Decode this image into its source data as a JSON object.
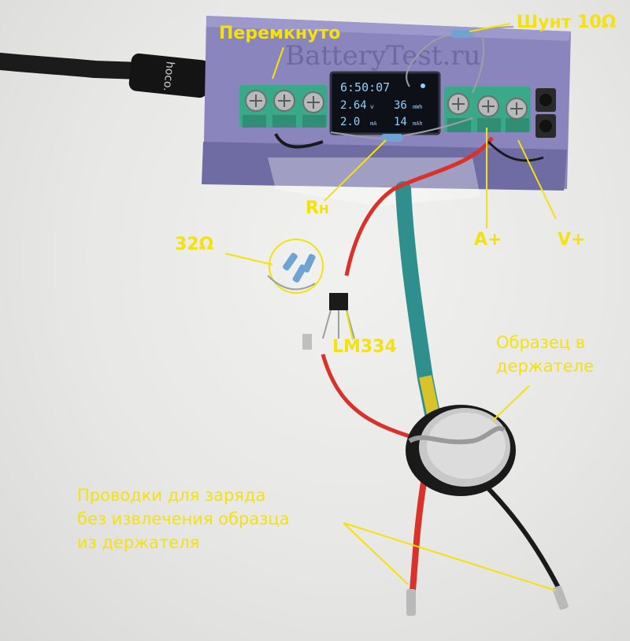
{
  "labels": {
    "peremknuto": "Перемкнуто",
    "shunt": "Шунт 10Ω",
    "rh_main": "R",
    "rh_sub": "H",
    "a_plus": "A+",
    "v_plus": "V+",
    "res32": "32Ω",
    "lm334": "LM334",
    "sample_line1": "Образец в",
    "sample_line2": "держателе",
    "wires_line1": "Проводки для заряда",
    "wires_line2": "без извлечения образца",
    "wires_line3": "из держателя"
  },
  "device": {
    "watermark": "BatteryTest.ru",
    "cable_brand": "hoco.",
    "oled": {
      "time": "6:50:07",
      "voltage": "2.64",
      "voltage_unit": "v",
      "capacity_mwh": "36",
      "capacity_mwh_unit": "mWh",
      "current": "2.0",
      "current_unit": "mA",
      "capacity_mah": "14",
      "capacity_mah_unit": "mAh"
    }
  },
  "colors": {
    "annotation": "#f5e10b",
    "enclosure": "#8a86bd",
    "terminal": "#3aa98a",
    "oled_text": "#8fd0ff",
    "heatshrink": "#2e8f8c",
    "red_wire": "#d9322a"
  }
}
